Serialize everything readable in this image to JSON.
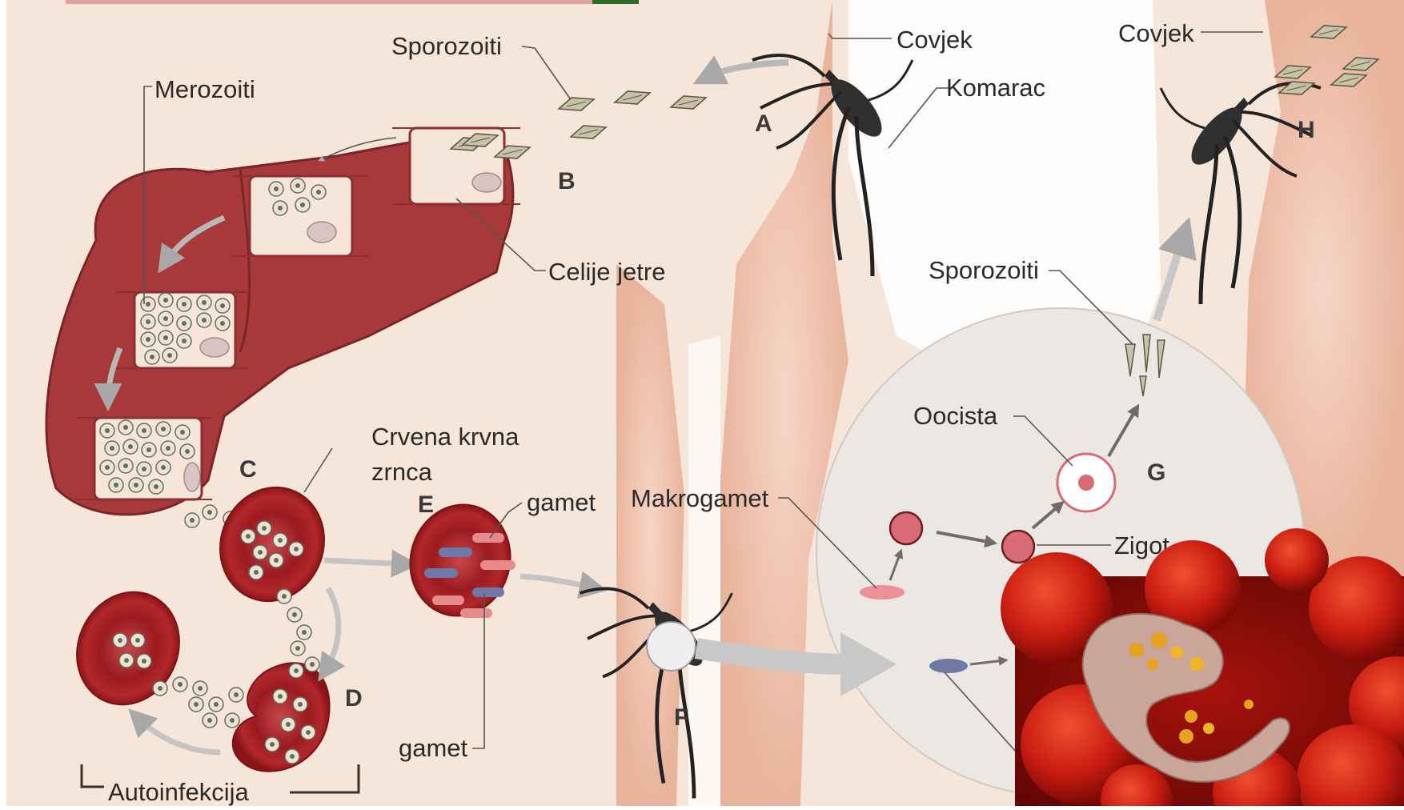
{
  "labels": {
    "sporozoiti_top": "Sporozoiti",
    "covjek_left": "Covjek",
    "covjek_right": "Covjek",
    "komarac": "Komarac",
    "merozoiti": "Merozoiti",
    "celije_jetre": "Celije jetre",
    "sporozoiti_right": "Sporozoiti",
    "oocista": "Oocista",
    "zigot": "Zigot",
    "makrogamet": "Makrogamet",
    "crvena_line1": "Crvena krvna",
    "crvena_line2": "zrnca",
    "gamet_top": "gamet",
    "gamet_bottom": "gamet",
    "autoinfekcija": "Autoinfekcija"
  },
  "stages": {
    "A": "A",
    "B": "B",
    "C": "C",
    "D": "D",
    "E": "E",
    "F": "F",
    "G": "G",
    "H": "H"
  },
  "colors": {
    "background": "#f6e6d9",
    "leg": "#f1c9b5",
    "liver": "#a8393a",
    "blood_cell": "#a5191e",
    "photo_bg": "#b3140f",
    "parasite_fill": "#c8c3a8"
  }
}
